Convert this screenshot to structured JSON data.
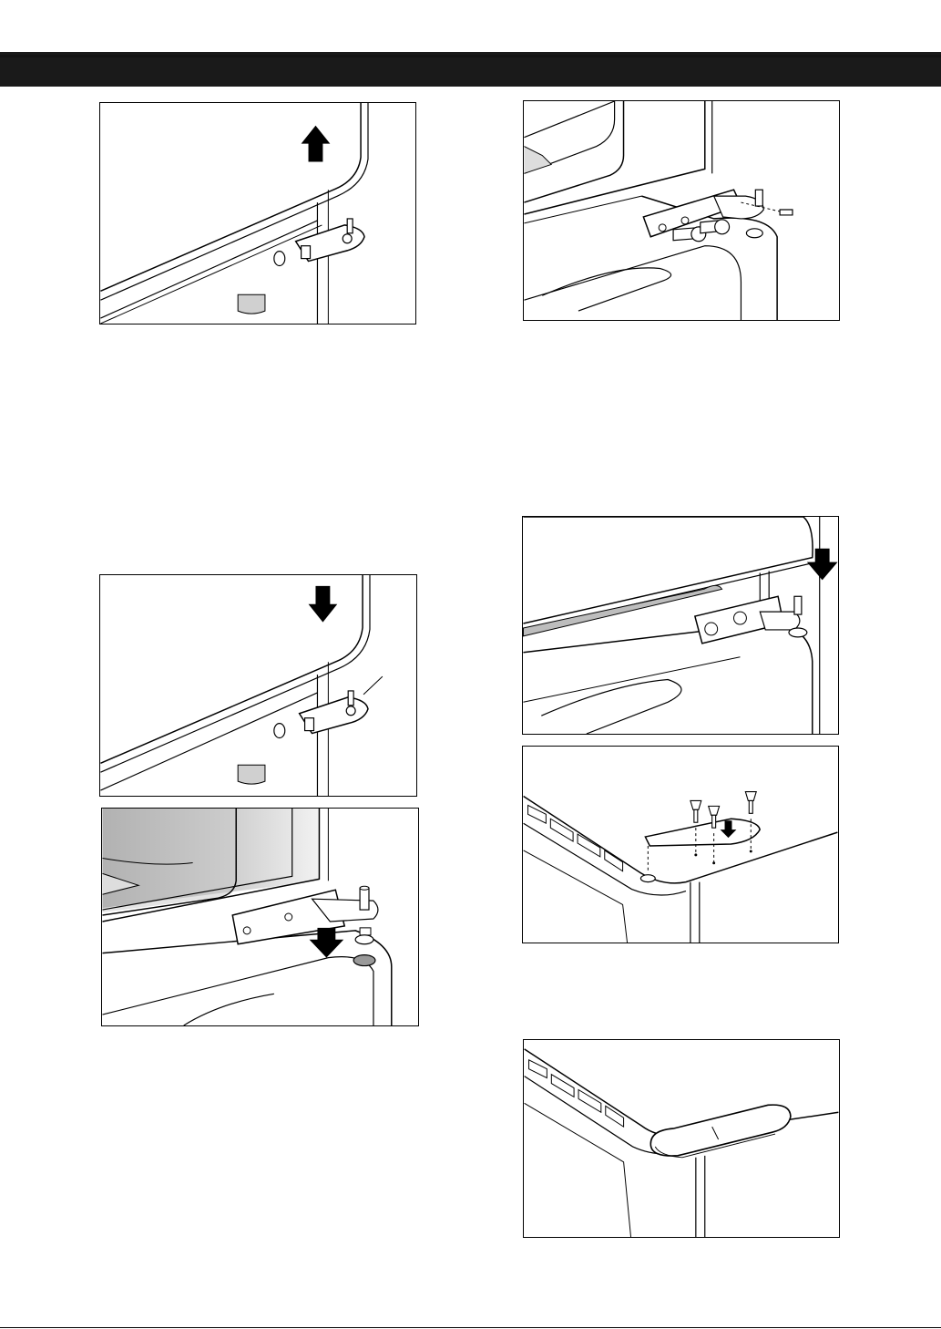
{
  "page": {
    "header": {
      "text": ""
    },
    "footer": {
      "page_number": ""
    }
  },
  "figures": [
    {
      "id": "step-lift-door",
      "arrow": "up-arrow-icon"
    },
    {
      "id": "step-remove-hinge-bolts",
      "arrow": ""
    },
    {
      "id": "step-lower-door",
      "arrow": "down-arrow-icon"
    },
    {
      "id": "step-refit-middle-hinge",
      "arrow": "down-arrow-icon"
    },
    {
      "id": "step-install-hinge-left",
      "arrow": "down-arrow-icon"
    },
    {
      "id": "step-fasten-top-hinge",
      "arrow": "down-arrow-icon"
    },
    {
      "id": "step-fit-hinge-cover",
      "arrow": ""
    }
  ],
  "colors": {
    "header": "#1a1a1a",
    "line": "#000000",
    "shade": "#bdbdbd"
  }
}
